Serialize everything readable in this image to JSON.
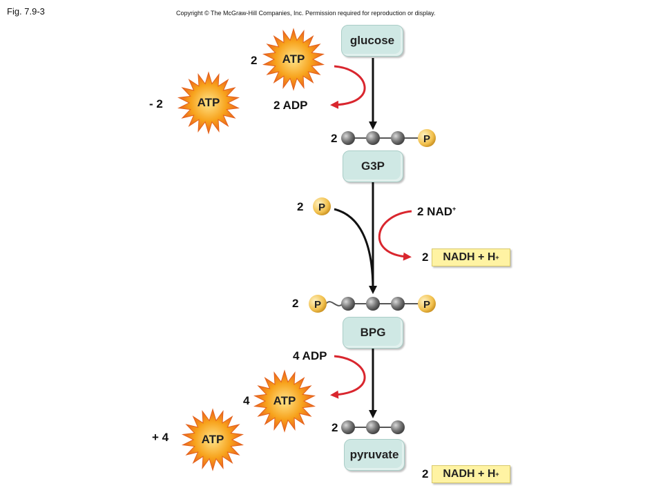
{
  "header": {
    "fig_label": "Fig. 7.9-3",
    "copyright": "Copyright © The McGraw-Hill Companies, Inc. Permission required for reproduction or display."
  },
  "molecules": {
    "glucose": "glucose",
    "g3p": "G3P",
    "bpg": "BPG",
    "pyruvate": "pyruvate"
  },
  "phosphate_label": "P",
  "energy_investment": {
    "atp_in_count": "2",
    "atp_label": "ATP",
    "adp_out": "2 ADP",
    "net_atp": "- 2"
  },
  "g3p_count": "2",
  "phosphate_in_count": "2",
  "redox": {
    "nad_in": "2 NAD",
    "nad_charge": "+",
    "nadh_count": "2",
    "nadh_label": "NADH + H",
    "nadh_charge": "+"
  },
  "bpg_count": "2",
  "energy_payoff": {
    "adp_in": "4 ADP",
    "atp_out_count": "4",
    "atp_label": "ATP",
    "net_atp": "+ 4"
  },
  "pyruvate_count": "2",
  "final_nadh": {
    "count": "2",
    "label": "NADH + H",
    "charge": "+"
  },
  "colors": {
    "molecule_box": "#cfe8e4",
    "nadh_box": "#fff3a3",
    "red_arrow": "#d9262e",
    "phosphate": "#f2c14e",
    "atp_burst": "#f7a21b"
  }
}
